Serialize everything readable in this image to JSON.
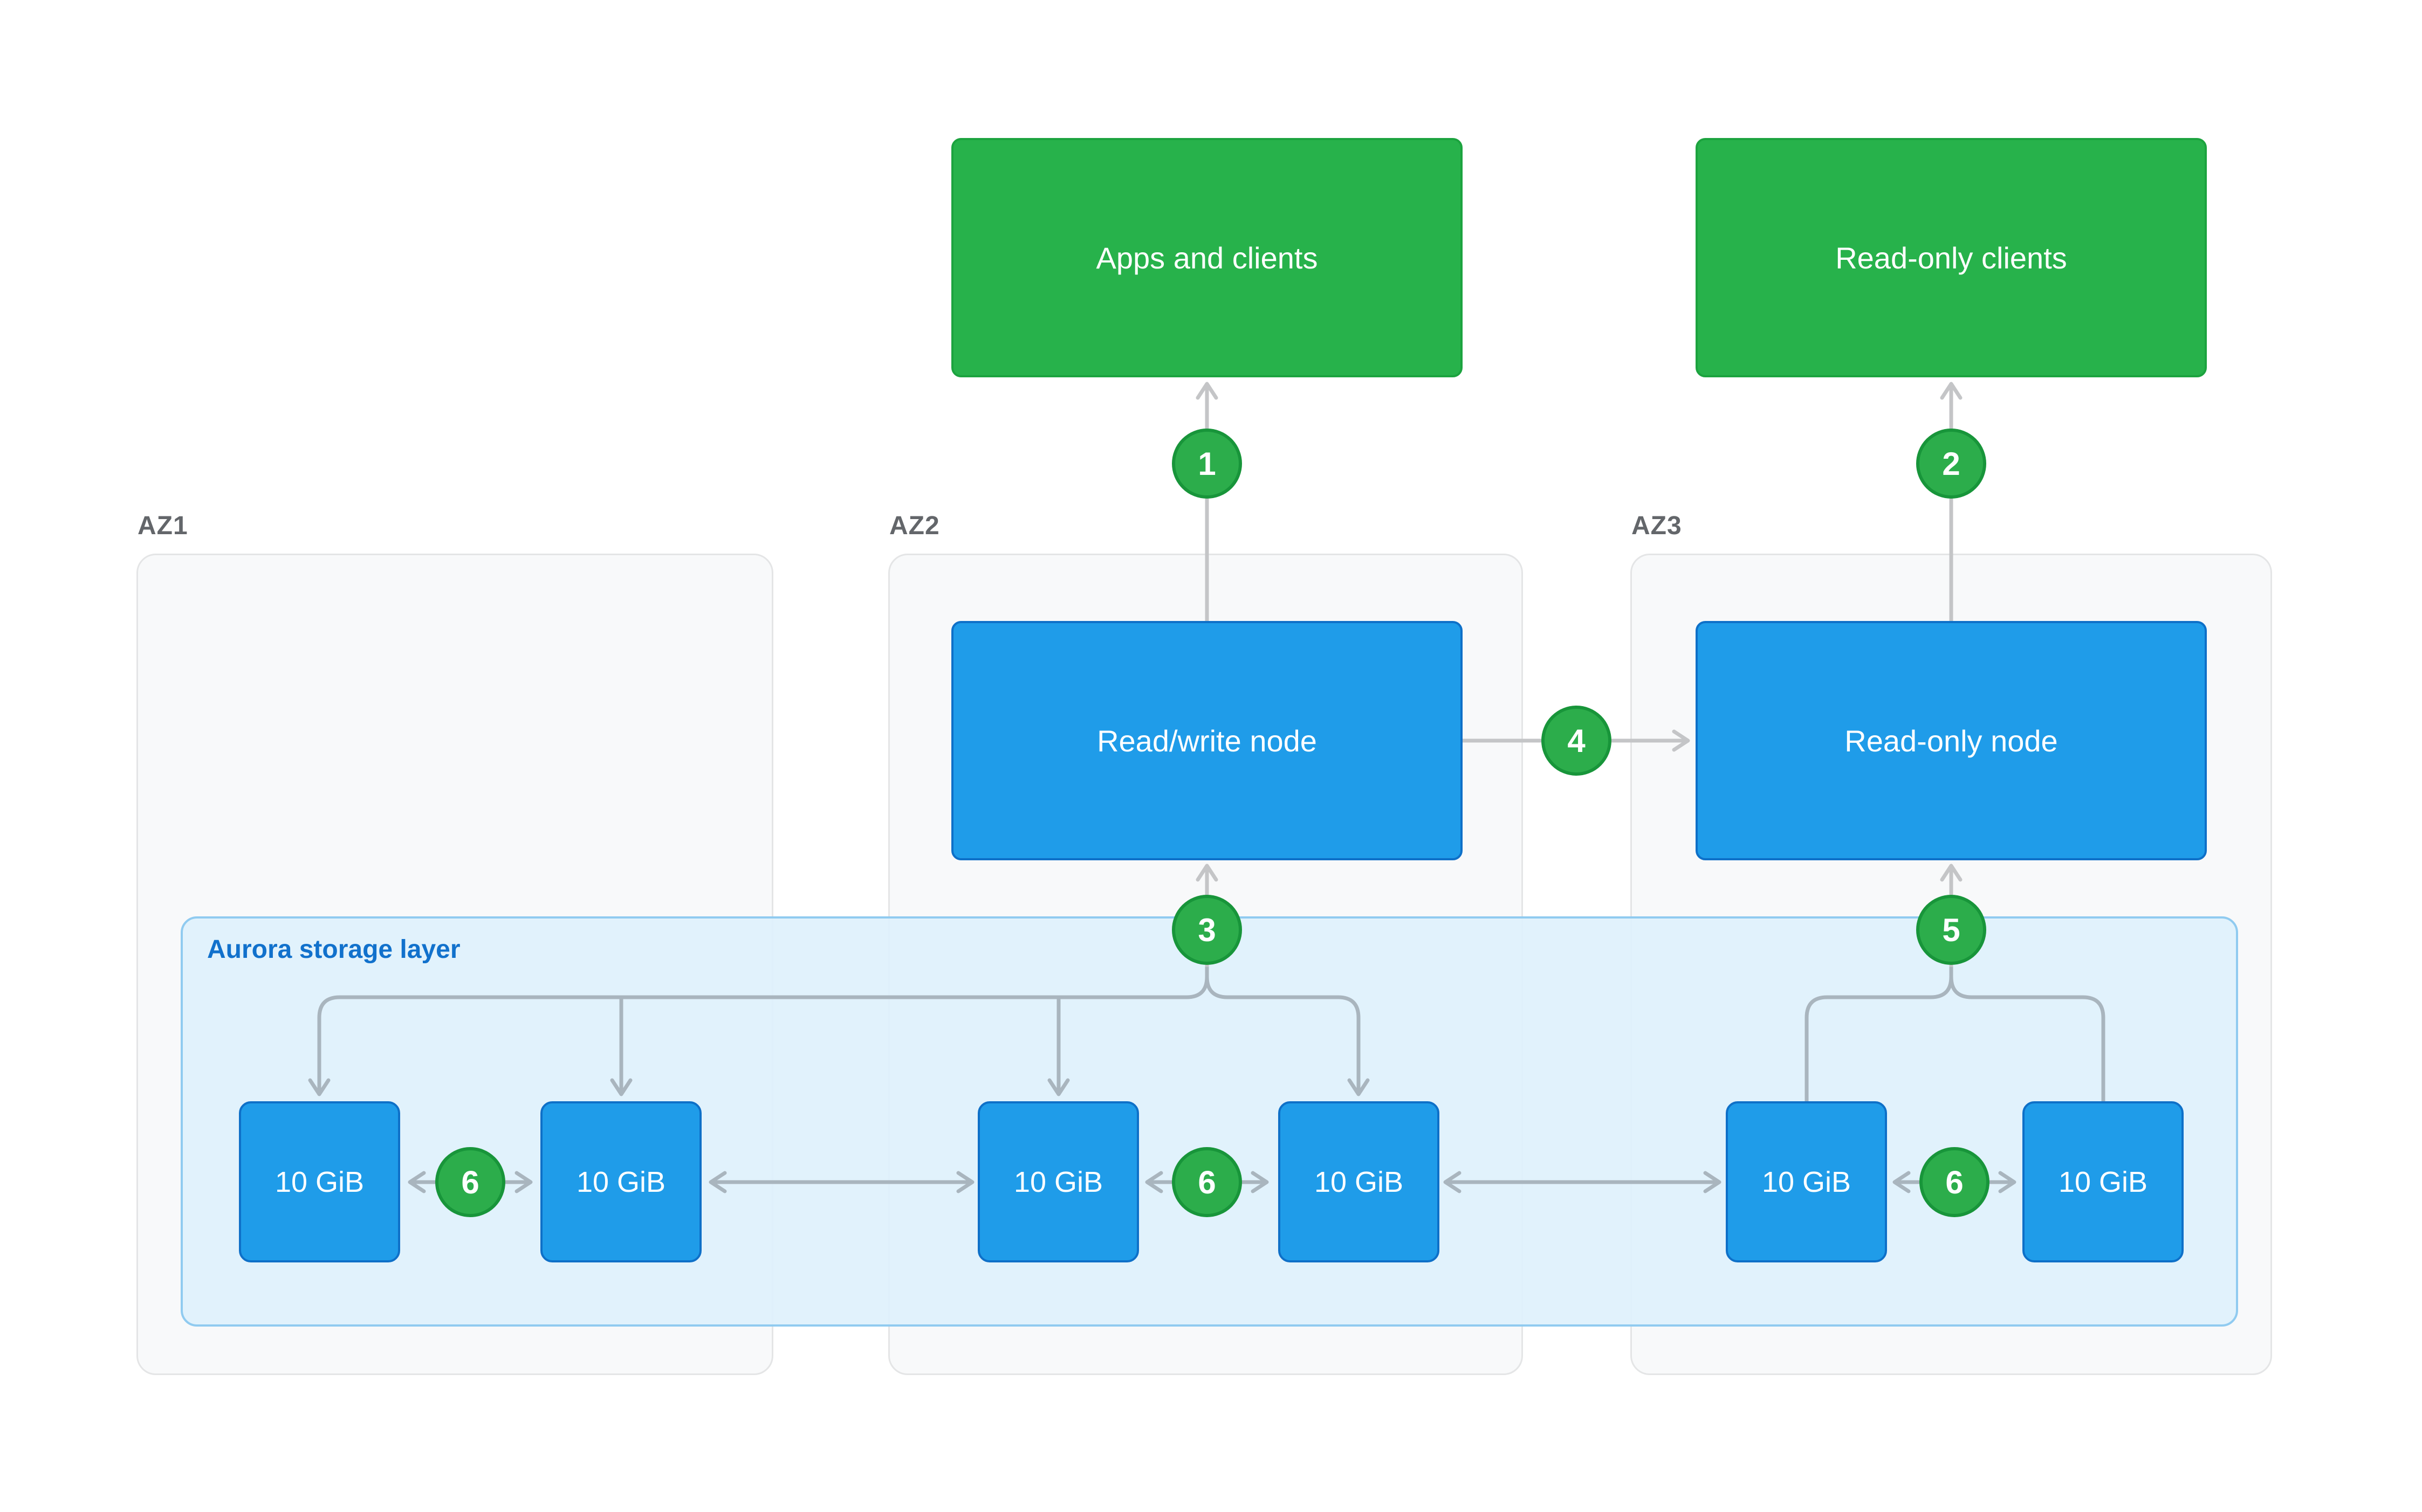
{
  "zones": {
    "az1": {
      "label": "AZ1"
    },
    "az2": {
      "label": "AZ2"
    },
    "az3": {
      "label": "AZ3"
    }
  },
  "clients": {
    "apps": {
      "label": "Apps and clients"
    },
    "readonly": {
      "label": "Read-only clients"
    }
  },
  "nodes": {
    "readwrite": {
      "label": "Read/write node"
    },
    "readonly": {
      "label": "Read-only node"
    }
  },
  "storage": {
    "label": "Aurora storage layer",
    "segments": [
      "10 GiB",
      "10 GiB",
      "10 GiB",
      "10 GiB",
      "10 GiB",
      "10 GiB"
    ]
  },
  "steps": {
    "s1": "1",
    "s2": "2",
    "s3": "3",
    "s4": "4",
    "s5": "5",
    "s6": "6"
  },
  "colors": {
    "client_green": "#27B24B",
    "client_green_border": "#1CA33F",
    "node_blue": "#1F9CE9",
    "node_blue_border": "#0E70C8",
    "badge_green": "#2CAD4B",
    "badge_green_border": "#18953A",
    "band_fill": "#E1F1FB",
    "band_border": "#90CBF0",
    "band_label_blue": "#1171CC",
    "zone_fill": "#F8F9FA",
    "zone_border": "#E4E5E6",
    "zone_label_gray": "#63666A",
    "arrow_gray": "#C4C5C7",
    "arrow_blue_gray": "#A9B5BE"
  }
}
